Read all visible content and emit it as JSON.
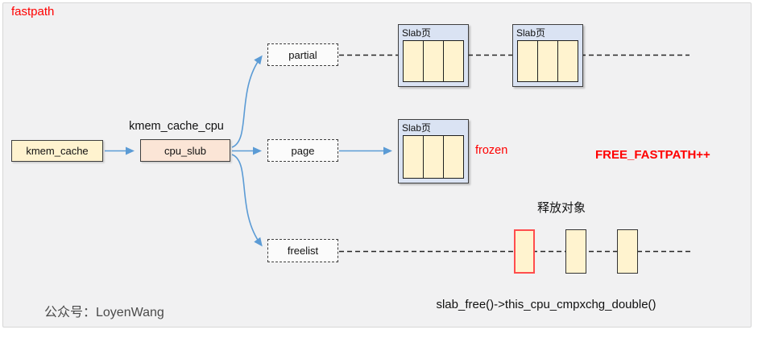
{
  "panel": {
    "title": "fastpath"
  },
  "nodes": {
    "kmem_cache": {
      "label": "kmem_cache"
    },
    "cpu_slub": {
      "label": "cpu_slub",
      "caption": "kmem_cache_cpu"
    },
    "partial": {
      "label": "partial"
    },
    "page": {
      "label": "page"
    },
    "freelist": {
      "label": "freelist"
    }
  },
  "slab": {
    "label": "Slab页"
  },
  "annotations": {
    "frozen": "frozen",
    "free_fastpath": "FREE_FASTPATH++",
    "release_objects": "释放对象",
    "slab_free_call": "slab_free()->this_cpu_cmpxchg_double()",
    "watermark": "公众号：LoyenWang"
  },
  "colors": {
    "accent_blue": "#5B9BD5",
    "label_red": "#FF0000",
    "node_yellow": "#FFF3CF",
    "node_peach": "#FBE5D6",
    "slab_header_blue": "#DAE3F3",
    "cell_cream": "#FFF3CF",
    "freed_object_border": "#FF4D4D",
    "background": "#F1F1F2"
  }
}
